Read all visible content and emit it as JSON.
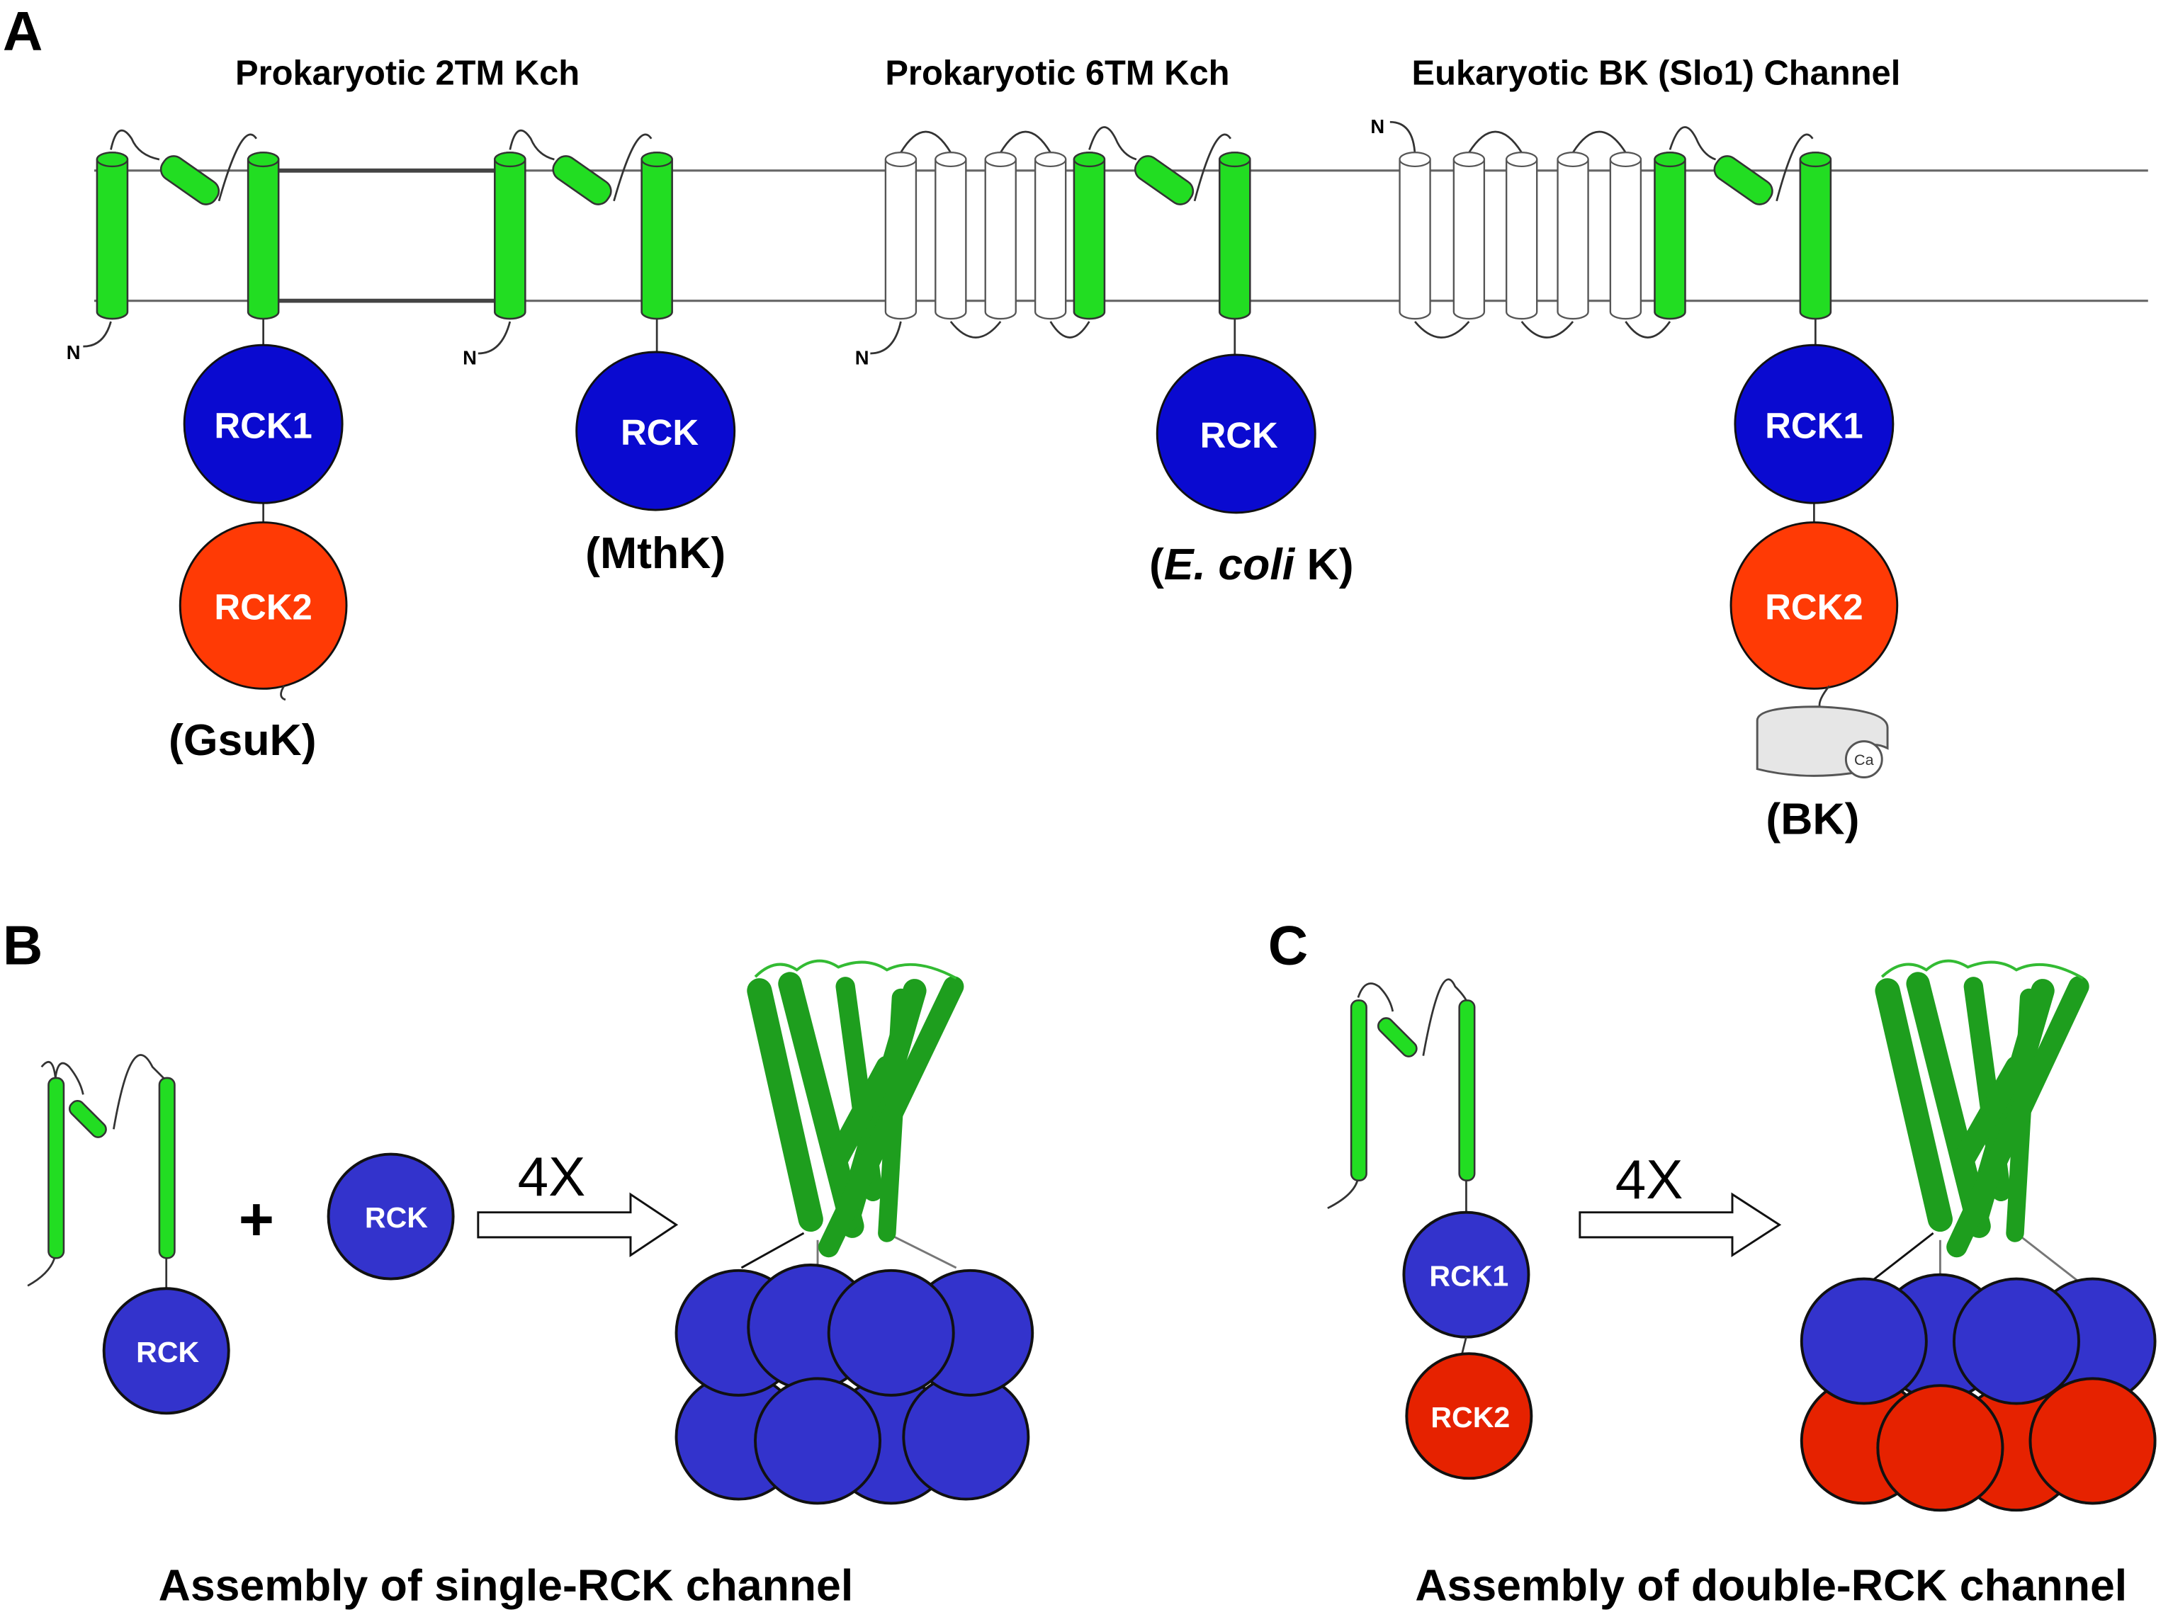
{
  "panels": {
    "a": {
      "letter": "A",
      "headers": [
        "Prokaryotic 2TM Kch",
        "Prokaryotic 6TM Kch",
        "Eukaryotic BK (Slo1) Channel"
      ],
      "n_label": "N",
      "domains": {
        "rck1": "RCK1",
        "rck2": "RCK2",
        "rck": "RCK",
        "ca": "Ca"
      },
      "examples": {
        "gsuk": "(GsuK)",
        "mthk": "(MthK)",
        "ecoli_open": "(",
        "ecoli_italic": "E. coli",
        "ecoli_close": " K)",
        "bk": "(BK)"
      }
    },
    "b": {
      "letter": "B",
      "rck": "RCK",
      "plus": "+",
      "multiplier": "4X",
      "caption": "Assembly of single-RCK channel"
    },
    "c": {
      "letter": "C",
      "rck1": "RCK1",
      "rck2": "RCK2",
      "multiplier": "4X",
      "caption": "Assembly of double-RCK channel"
    }
  },
  "colors": {
    "tm_helix": "#22dd22",
    "rck1": "#0a0ad0",
    "rck2": "#ff3a05",
    "assembly_blue": "#3333cc",
    "assembly_red": "#e62200"
  }
}
